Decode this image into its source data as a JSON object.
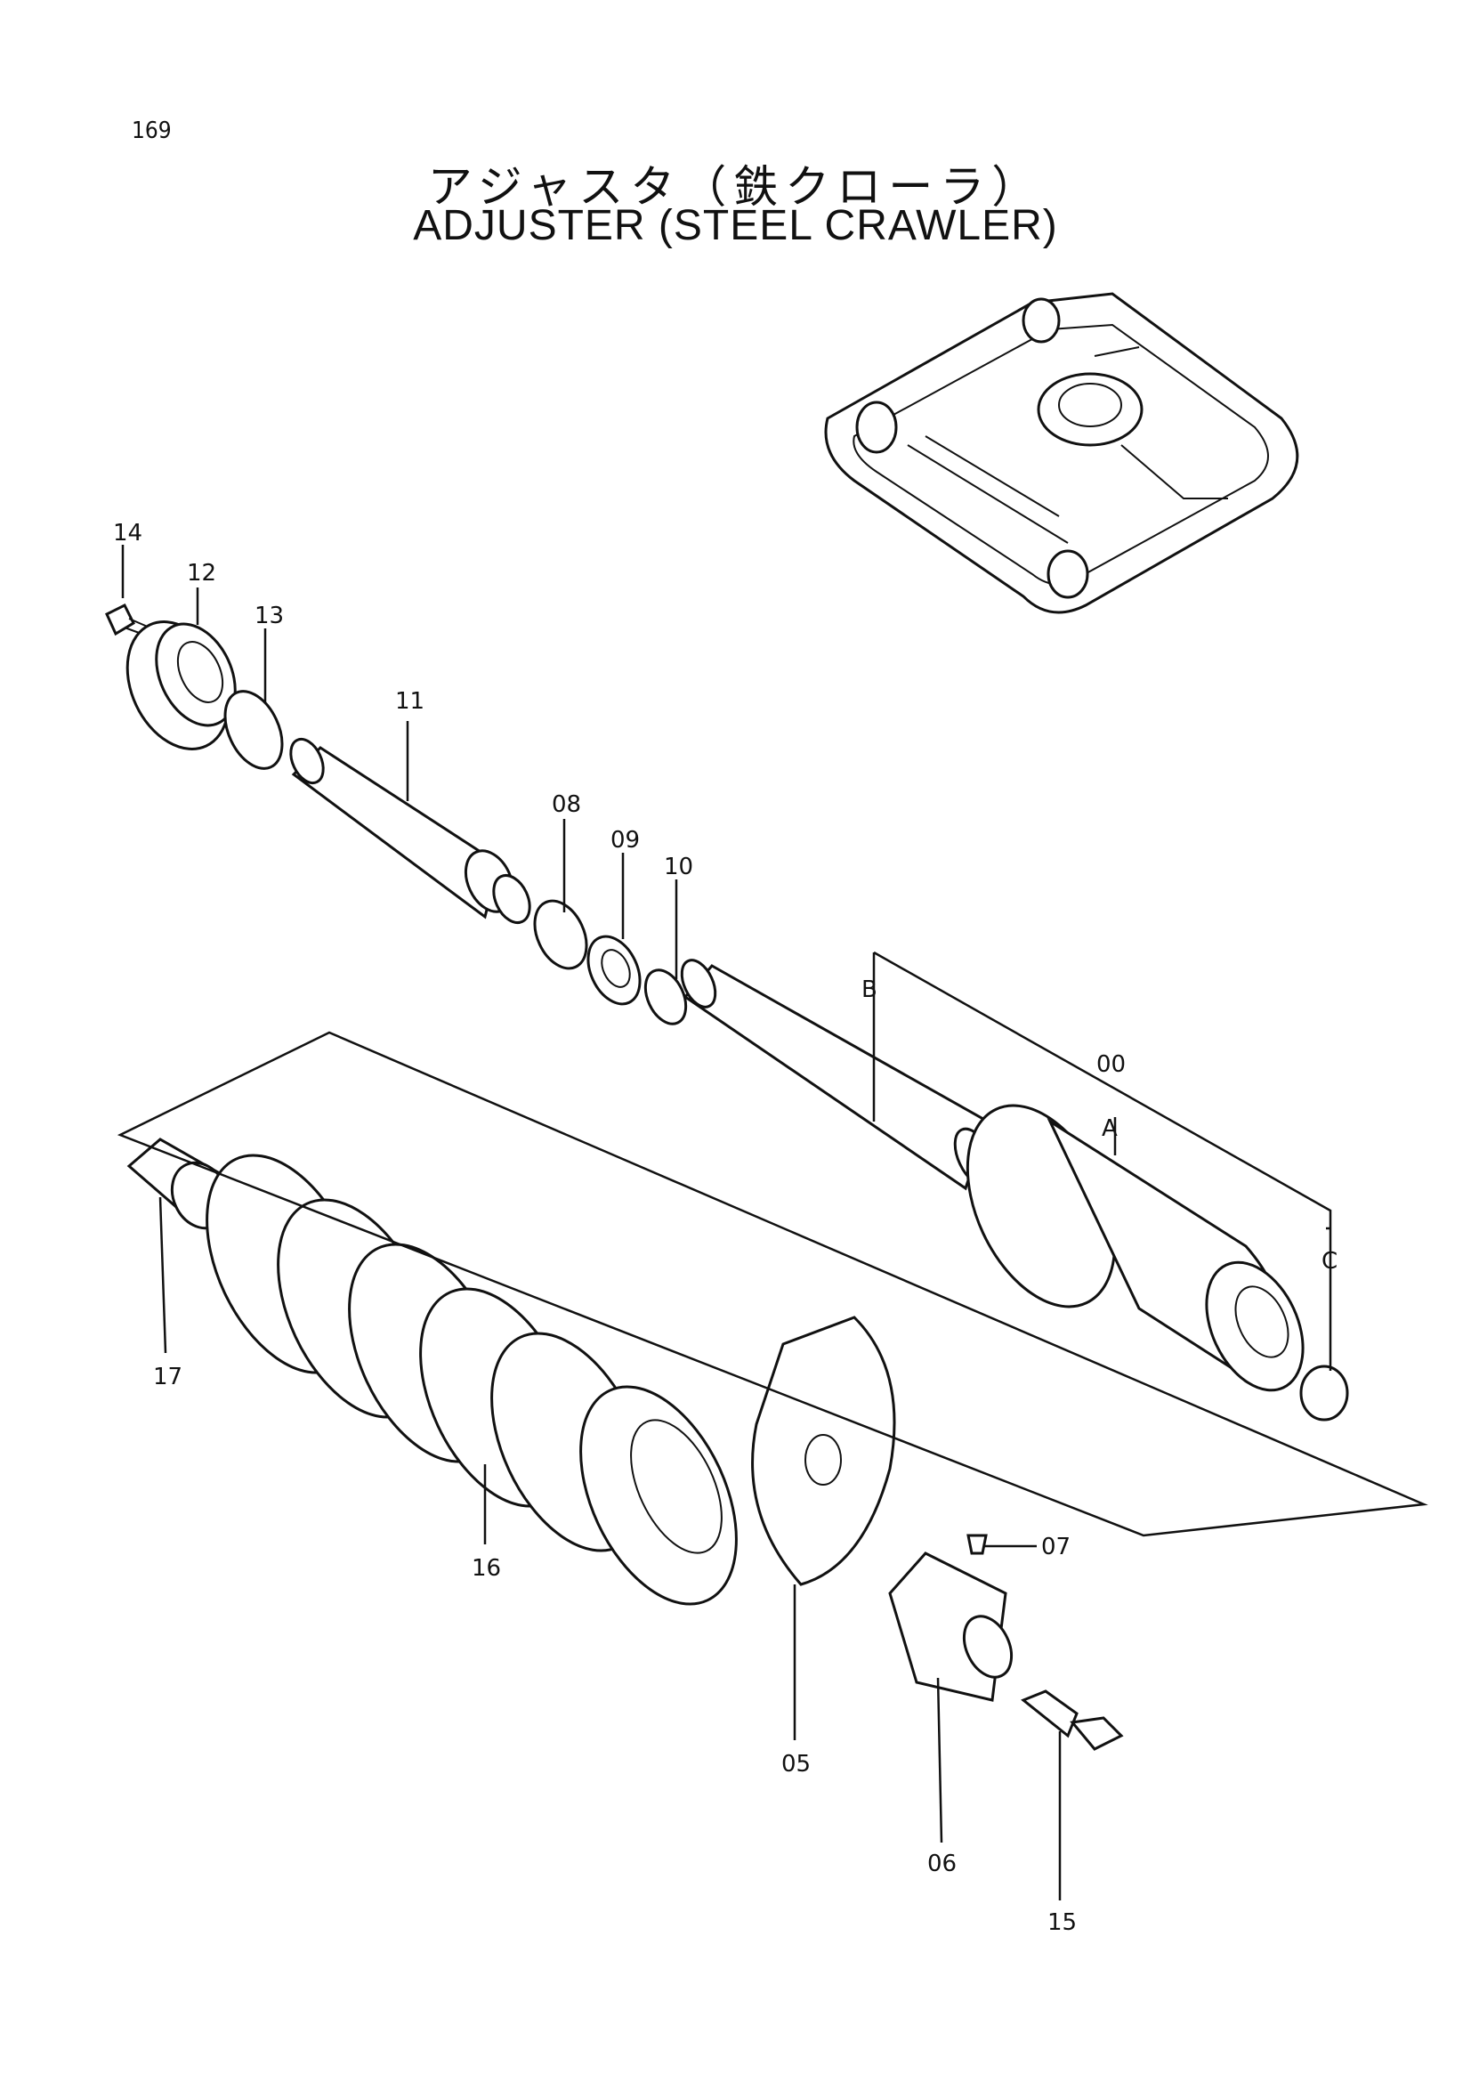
{
  "page_number": "169",
  "title_jp": "アジャスタ（鉄クローラ）",
  "title_en": "ADJUSTER (STEEL CRAWLER)",
  "callouts": {
    "p14": "14",
    "p12": "12",
    "p13": "13",
    "p11": "11",
    "p08": "08",
    "p09": "09",
    "p10": "10",
    "pB": "B",
    "p00": "00",
    "pA": "A",
    "pC": "C",
    "p17": "17",
    "p16": "16",
    "p07": "07",
    "p05": "05",
    "p06": "06",
    "p15": "15"
  }
}
